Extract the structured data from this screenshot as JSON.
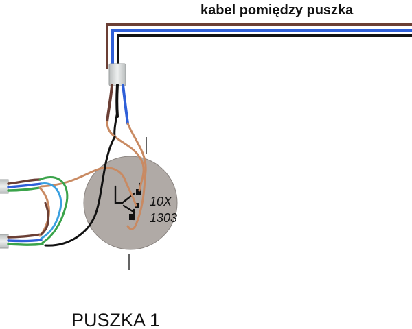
{
  "labels": {
    "cable_caption": "kabel pomiędzy puszka",
    "box_title": "PUSZKA 1",
    "switch_marking_line1": "10X",
    "switch_marking_line2": "1303"
  },
  "colors": {
    "wire_brown": "#6b3f35",
    "wire_blue": "#2f5fd8",
    "wire_black": "#111111",
    "wire_green": "#3aa34a",
    "wire_light_blue": "#3aa0e0",
    "wire_copper": "#c98a62",
    "switch_body": "#b0aaa6",
    "switch_rim": "#8a8480",
    "connector": "#d9dcdc",
    "text": "#111111"
  }
}
